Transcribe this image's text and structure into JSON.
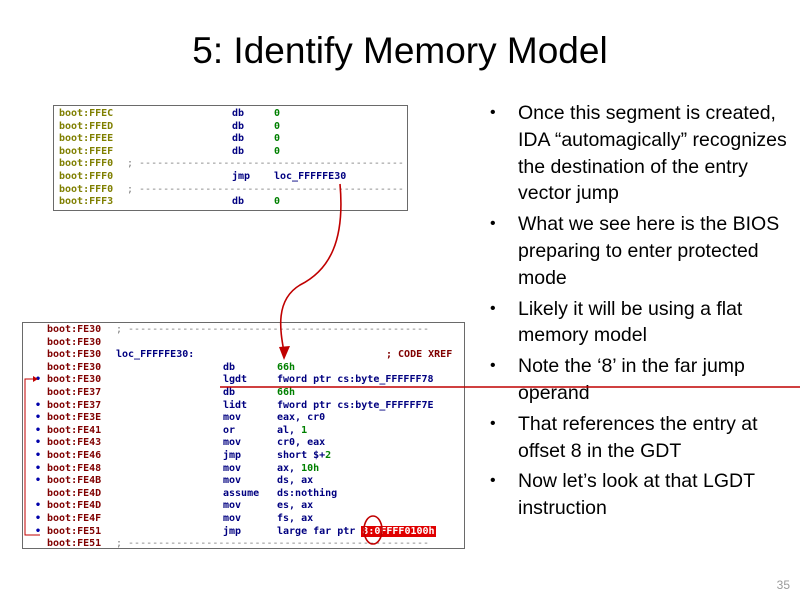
{
  "slide": {
    "title": "5: Identify Memory Model",
    "page_number": "35"
  },
  "top_listing": [
    {
      "addr": "boot:FFEC",
      "mnem": "db",
      "op": "0",
      "op_type": "num"
    },
    {
      "addr": "boot:FFED",
      "mnem": "db",
      "op": "0",
      "op_type": "num"
    },
    {
      "addr": "boot:FFEE",
      "mnem": "db",
      "op": "0",
      "op_type": "num"
    },
    {
      "addr": "boot:FFEF",
      "mnem": "db",
      "op": "0",
      "op_type": "num"
    },
    {
      "addr": "boot:FFF0",
      "sep": "; --------------------------------------------"
    },
    {
      "addr": "boot:FFF0",
      "mnem": "jmp",
      "op": "loc_FFFFFE30",
      "op_type": "op"
    },
    {
      "addr": "boot:FFF0",
      "sep": "; --------------------------------------------"
    },
    {
      "addr": "boot:FFF3",
      "mnem": "db",
      "op": "0",
      "op_type": "num"
    }
  ],
  "bottom_listing": [
    {
      "addr": "boot:FE30",
      "sep": "; --------------------------------------------------"
    },
    {
      "addr": "boot:FE30"
    },
    {
      "addr": "boot:FE30",
      "label": "loc_FFFFFE30:",
      "comment": "; CODE XREF"
    },
    {
      "addr": "boot:FE30",
      "mnem": "db",
      "op": "66h",
      "op_type": "num"
    },
    {
      "addr": "boot:FE30",
      "dot": "•",
      "mnem": "lgdt",
      "op": "fword ptr cs:byte_FFFFFF78"
    },
    {
      "addr": "boot:FE37",
      "mnem": "db",
      "op": "66h",
      "op_type": "num"
    },
    {
      "addr": "boot:FE37",
      "dot": "•",
      "mnem": "lidt",
      "op": "fword ptr cs:byte_FFFFFF7E"
    },
    {
      "addr": "boot:FE3E",
      "dot": "•",
      "mnem": "mov",
      "op": "eax, cr0"
    },
    {
      "addr": "boot:FE41",
      "dot": "•",
      "mnem": "or",
      "op": "al, ",
      "op_num": "1"
    },
    {
      "addr": "boot:FE43",
      "dot": "•",
      "mnem": "mov",
      "op": "cr0, eax"
    },
    {
      "addr": "boot:FE46",
      "dot": "•",
      "mnem": "jmp",
      "op": "short $+",
      "op_num": "2"
    },
    {
      "addr": "boot:FE48",
      "dot": "•",
      "mnem": "mov",
      "op": "ax, ",
      "op_num": "10h"
    },
    {
      "addr": "boot:FE4B",
      "dot": "•",
      "mnem": "mov",
      "op": "ds, ax"
    },
    {
      "addr": "boot:FE4D",
      "mnem": "assume",
      "op": "ds:nothing"
    },
    {
      "addr": "boot:FE4D",
      "dot": "•",
      "mnem": "mov",
      "op": "es, ax"
    },
    {
      "addr": "boot:FE4F",
      "dot": "•",
      "mnem": "mov",
      "op": "fs, ax"
    },
    {
      "addr": "boot:FE51",
      "dot": "•",
      "mnem": "jmp",
      "op": "large far ptr ",
      "op_hl": "8:0FFFF0100h"
    },
    {
      "addr": "boot:FE51",
      "sep": "; --------------------------------------------------"
    }
  ],
  "bullets": [
    "Once this segment is created, IDA “automagically” recognizes the destination of the entry vector jump",
    "What we see here is the BIOS preparing to enter protected mode",
    "Likely it will be using a flat memory model",
    "Note the ‘8’ in the far jump operand",
    "That references the entry at offset 8 in the GDT",
    "Now let’s look at that LGDT instruction"
  ],
  "bullet_glyph": "•",
  "colors": {
    "annotation_red": "#c00000",
    "address_olive": "#7f7f00",
    "address_maroon": "#800000",
    "mnemonic_navy": "#000080",
    "number_green": "#008000"
  }
}
